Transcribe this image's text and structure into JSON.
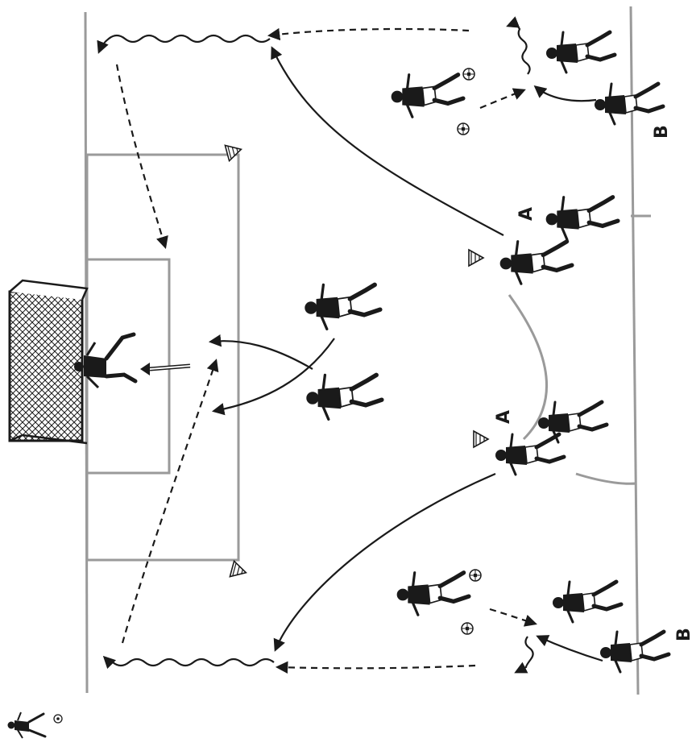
{
  "labels": {
    "group_a_top": "A",
    "group_a_bottom": "A",
    "group_b_top": "B",
    "group_b_bottom": "B"
  },
  "colors": {
    "ink": "#1a1a1a",
    "field_line": "#9a9a9a",
    "background": "#ffffff"
  },
  "icons": [
    "goal-net-icon",
    "cone-icon",
    "ball-icon",
    "player-figure-icon",
    "goalkeeper-icon"
  ]
}
